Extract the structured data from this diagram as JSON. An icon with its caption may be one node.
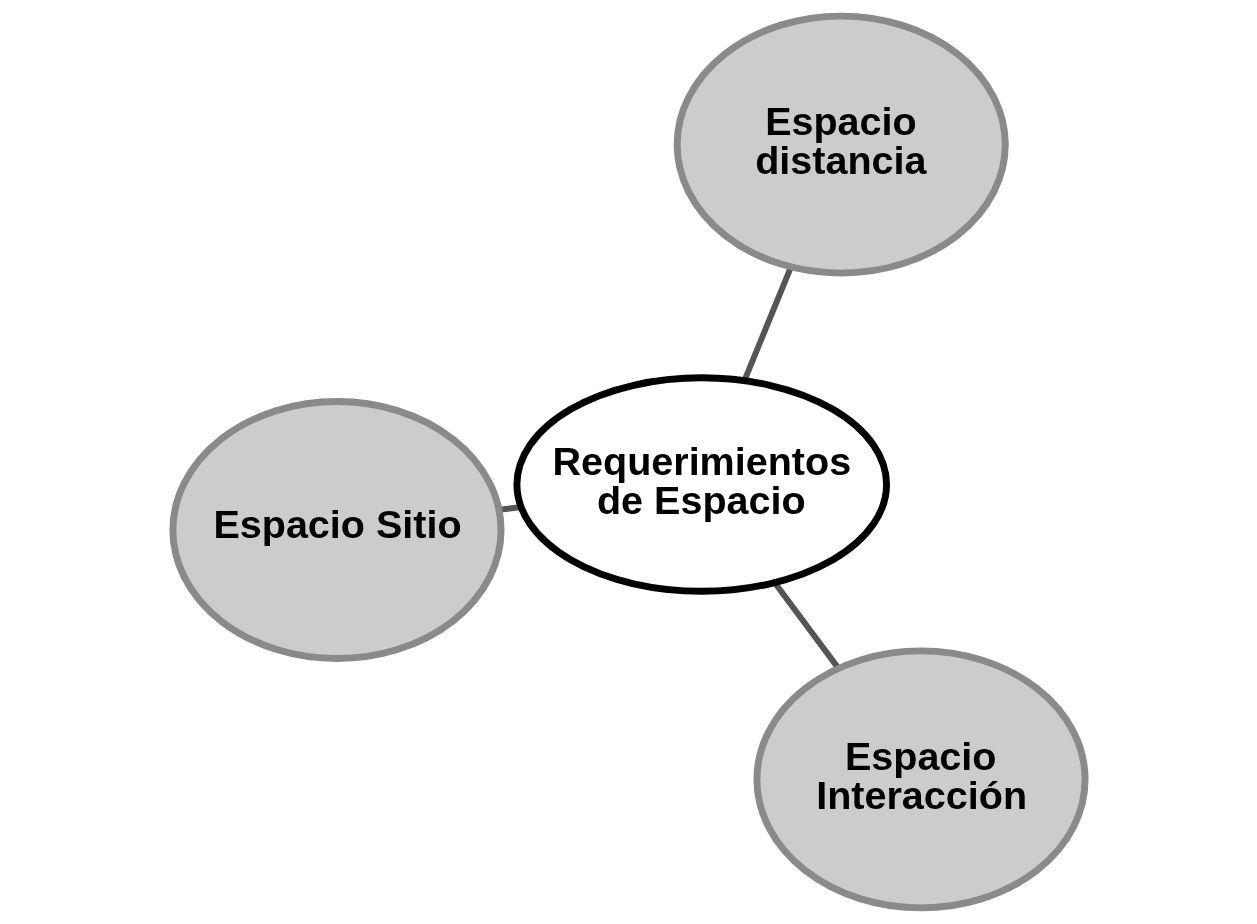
{
  "diagram": {
    "nodes": [
      {
        "text": [
          "Espacio Sitio"
        ]
      },
      {
        "text": [
          "Requerimientos de Espacio"
        ]
      },
      {
        "text": [
          "Espacio Interacción"
        ]
      },
      {
        "text": [
          "Espacio distancia"
        ]
      }
    ],
    "edges": [
      {
        "from": 1,
        "to": 0,
        "arrow": "none"
      },
      {
        "from": 1,
        "to": 2,
        "arrow": "none"
      },
      {
        "from": 1,
        "to": 3,
        "arrow": "none"
      }
    ]
  }
}
